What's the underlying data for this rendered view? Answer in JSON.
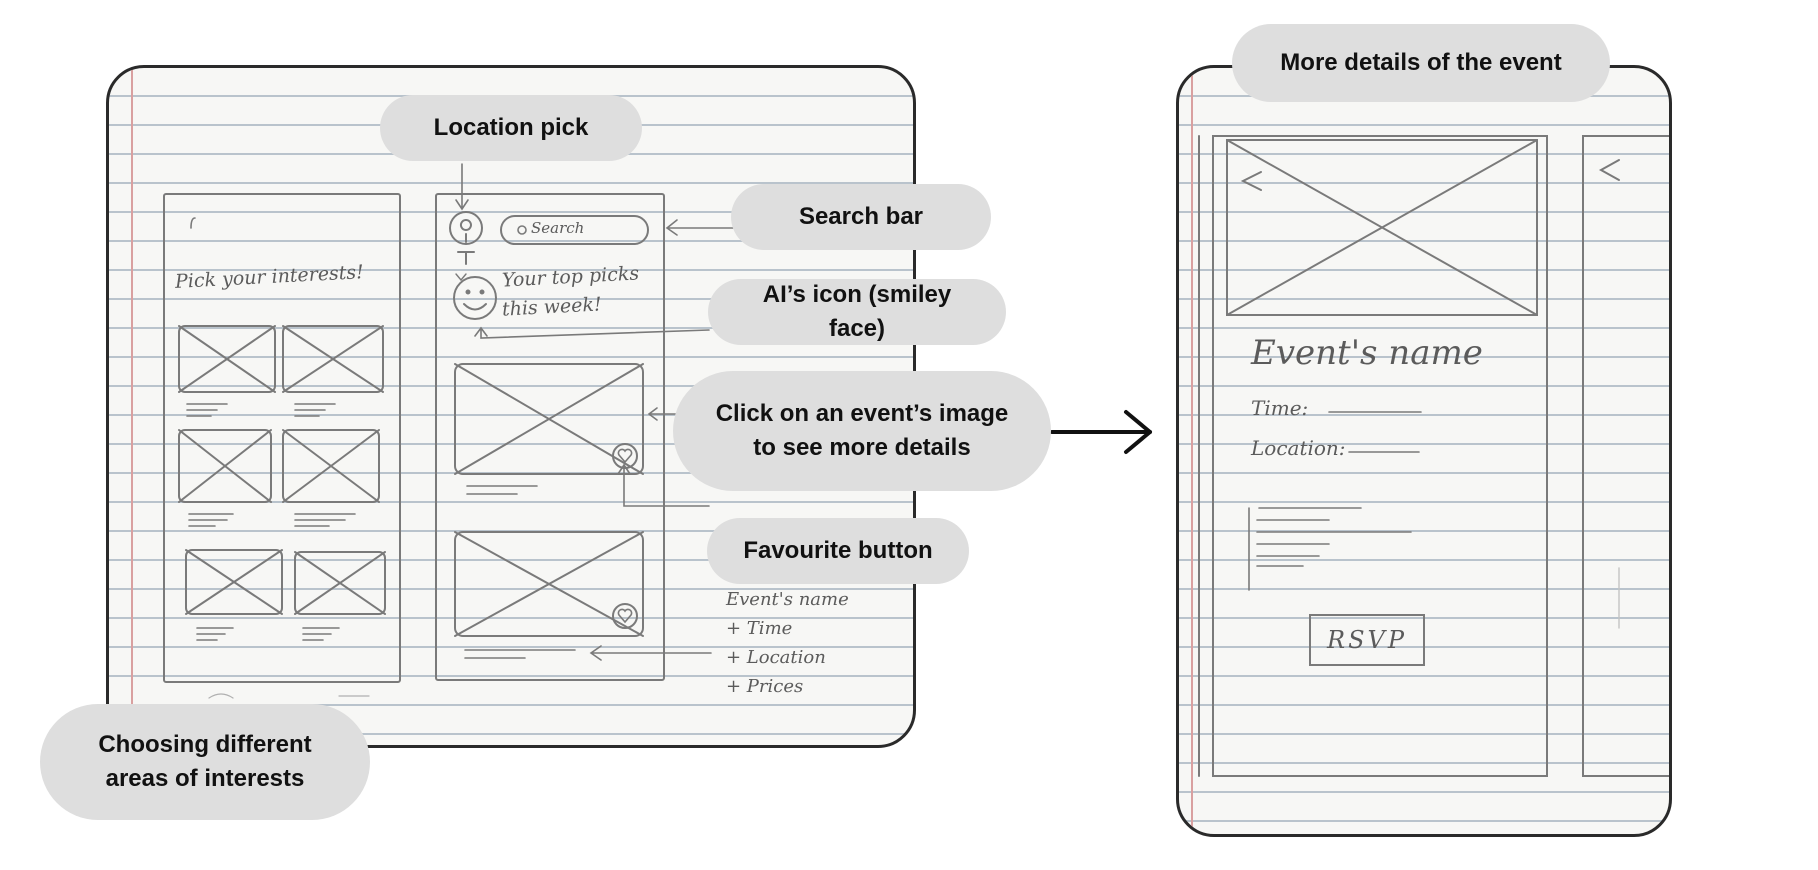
{
  "annotations": {
    "location_pick": "Location pick",
    "search_bar": "Search bar",
    "ai_icon": "AI’s icon (smiley face)",
    "click_image": "Click on an event’s image\nto see more details",
    "favourite_button": "Favourite button",
    "choosing_interests": "Choosing different\nareas of interests",
    "more_details": "More details of the event"
  },
  "sketch_home": {
    "interests_heading": "Pick your interests!",
    "search_placeholder": "Search",
    "top_picks_line1": "Your top picks",
    "top_picks_line2": "this week!"
  },
  "sketch_notes": {
    "event_name": "Event's name",
    "time": "+ Time",
    "location": "+ Location",
    "prices": "+ Prices"
  },
  "sketch_detail": {
    "event_name": "Event's name",
    "time_label": "Time:",
    "location_label": "Location:",
    "rsvp_button": "RSVP"
  },
  "icons": {
    "location": "location-pin-icon",
    "search": "search-icon",
    "ai": "smiley-face-icon",
    "favourite": "heart-icon",
    "back": "back-chevron-icon",
    "flow": "right-arrow-icon"
  },
  "colors": {
    "pill_bg": "#dedede",
    "panel_border": "#2a2a2a",
    "sketch_line": "#7a7a7a",
    "paper_rule": "#b9c3cc"
  }
}
